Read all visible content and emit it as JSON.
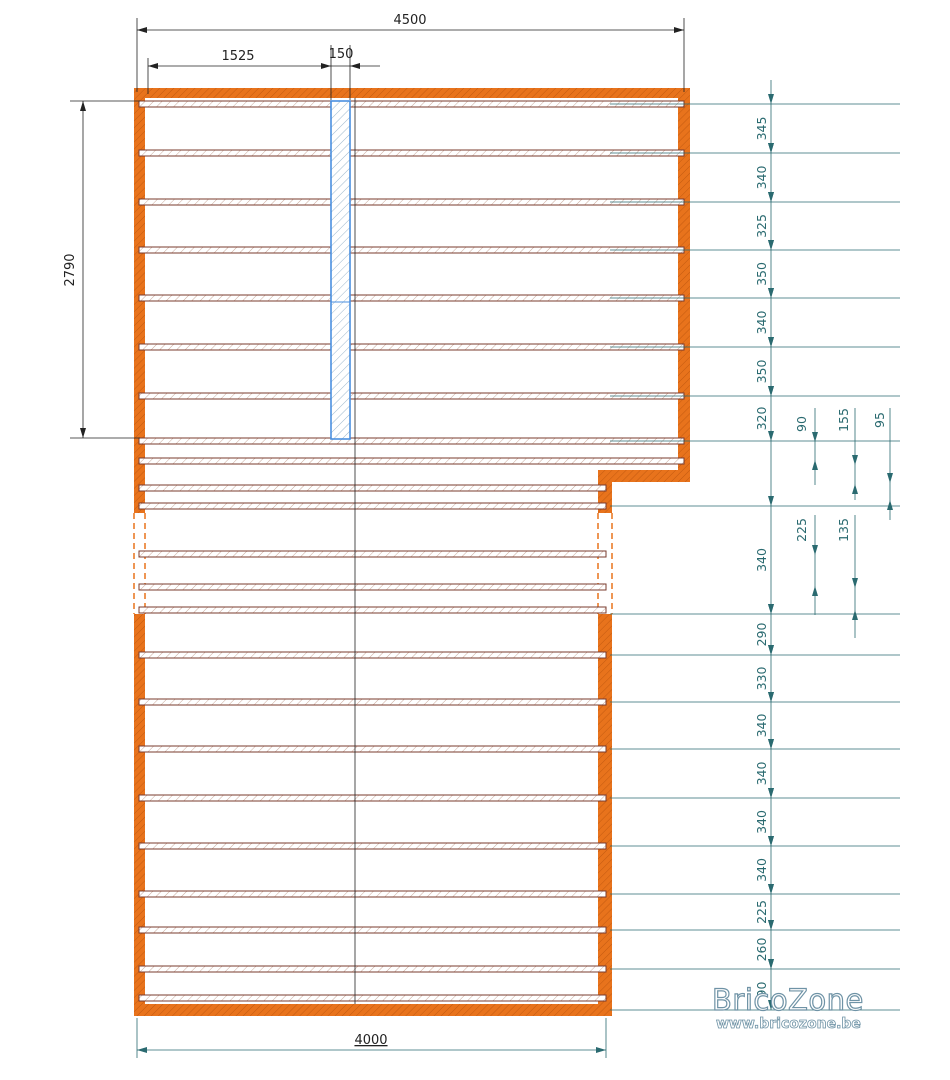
{
  "dimensions": {
    "top_overall": "4500",
    "top_left_offset": "1525",
    "top_beam_width": "150",
    "left_height": "2790",
    "bottom_width": "4000",
    "right_spacings": [
      "345",
      "340",
      "325",
      "350",
      "340",
      "350",
      "320",
      "340",
      "290",
      "330",
      "340",
      "340",
      "340",
      "340",
      "225",
      "260",
      "90"
    ],
    "offset_90": "90",
    "offset_155": "155",
    "offset_95": "95",
    "offset_225": "225",
    "offset_135": "135"
  },
  "joists": {
    "upper_count": 10,
    "lower_count": 13
  },
  "colors": {
    "wall": "#e8731c",
    "joist_outline": "#7a3b2e",
    "beam_outline": "#4a8fe0",
    "dimension_line": "#2a6a70",
    "dimension_text": "#222222"
  },
  "watermark": {
    "brand": "BricoZone",
    "url": "www.bricozone.be"
  }
}
